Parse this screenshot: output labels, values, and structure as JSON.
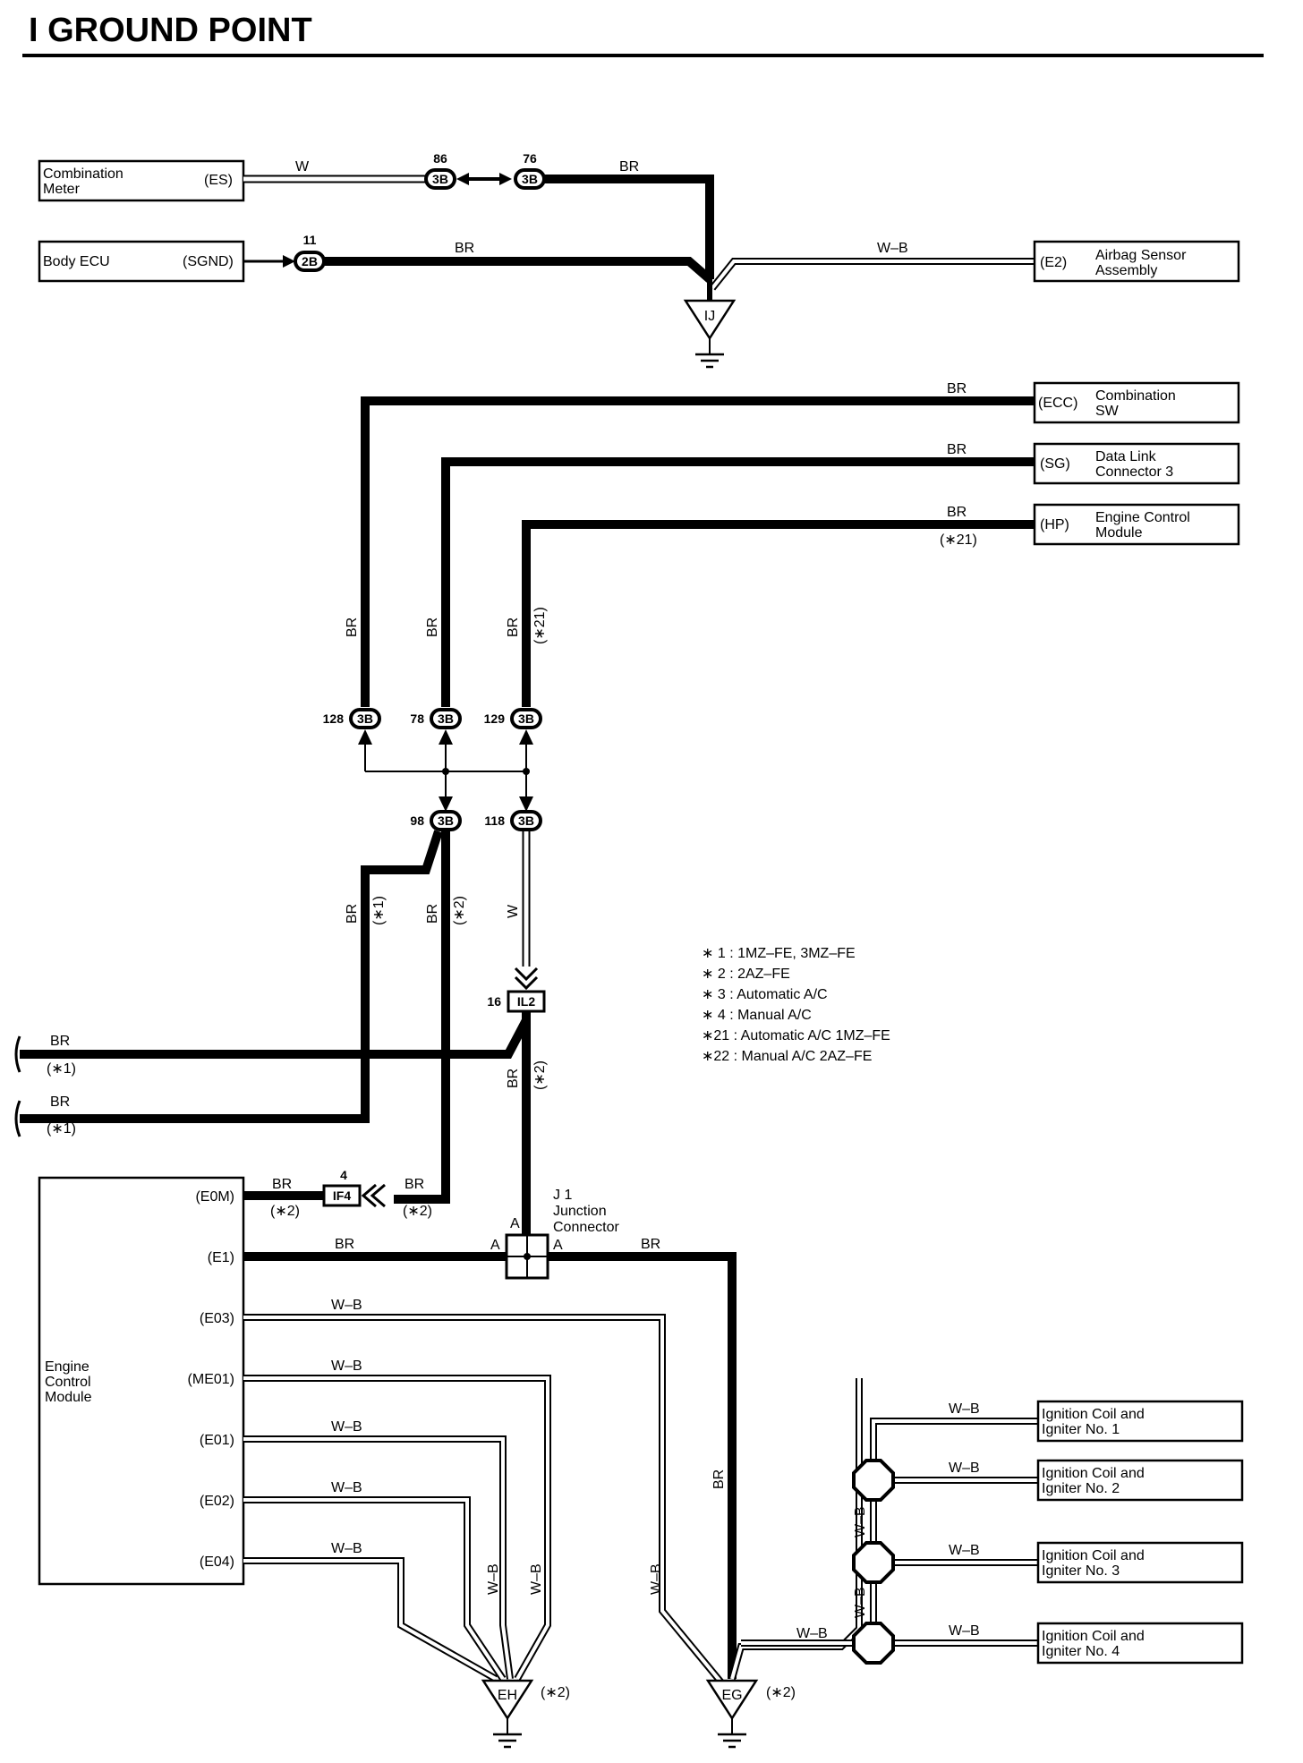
{
  "title": "I  GROUND POINT",
  "components": {
    "combination_meter": [
      "Combination",
      "Meter"
    ],
    "combination_meter_pin": "(ES)",
    "body_ecu": "Body ECU",
    "body_ecu_pin": "(SGND)",
    "airbag": [
      "Airbag Sensor",
      "Assembly"
    ],
    "airbag_pin": "(E2)",
    "combination_sw": [
      "Combination",
      "SW"
    ],
    "combination_sw_pin": "(ECC)",
    "dlc3": [
      "Data Link",
      "Connector 3"
    ],
    "dlc3_pin": "(SG)",
    "ecm_top": [
      "Engine Control",
      "Module"
    ],
    "ecm_top_pin": "(HP)",
    "ecm": [
      "Engine",
      "Control",
      "Module"
    ],
    "ecm_pins": [
      "(E0M)",
      "(E1)",
      "(E03)",
      "(ME01)",
      "(E01)",
      "(E02)",
      "(E04)"
    ],
    "ignition_coils": [
      [
        "Ignition Coil and",
        "Igniter No. 1"
      ],
      [
        "Ignition Coil and",
        "Igniter No. 2"
      ],
      [
        "Ignition Coil and",
        "Igniter No. 3"
      ],
      [
        "Ignition Coil and",
        "Igniter No. 4"
      ]
    ],
    "junction": [
      "J 1",
      "Junction",
      "Connector"
    ]
  },
  "connectors": {
    "c86": {
      "num": "86",
      "id": "3B"
    },
    "c76": {
      "num": "76",
      "id": "3B"
    },
    "c11": {
      "num": "11",
      "id": "2B"
    },
    "c128": {
      "num": "128",
      "id": "3B"
    },
    "c78": {
      "num": "78",
      "id": "3B"
    },
    "c129": {
      "num": "129",
      "id": "3B"
    },
    "c98": {
      "num": "98",
      "id": "3B"
    },
    "c118": {
      "num": "118",
      "id": "3B"
    },
    "il2": {
      "num": "16",
      "id": "IL2"
    },
    "if4": {
      "num": "4",
      "id": "IF4"
    }
  },
  "grounds": {
    "ij": "IJ",
    "eh": "EH",
    "eg": "EG"
  },
  "wire_colors": {
    "w": "W",
    "br": "BR",
    "wb": "W–B"
  },
  "notes": {
    "n1": "(∗1)",
    "n2": "(∗2)",
    "n21": "(∗21)",
    "a": "A"
  },
  "legend": [
    "∗ 1 : 1MZ–FE,  3MZ–FE",
    "∗ 2 : 2AZ–FE",
    "∗ 3 : Automatic A/C",
    "∗ 4 : Manual A/C",
    "∗21 : Automatic A/C 1MZ–FE",
    "∗22 : Manual A/C 2AZ–FE"
  ]
}
